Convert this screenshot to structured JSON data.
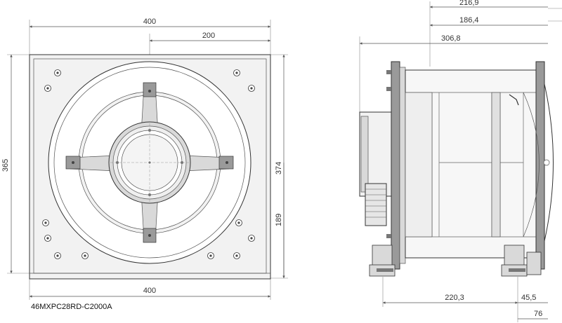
{
  "caption": "46MXPC28RD-C2000A",
  "front_view": {
    "dim_top_width": "400",
    "dim_center_offset": "200",
    "dim_left_height": "365",
    "dim_right_height": "374",
    "dim_right_lower": "189",
    "dim_bottom_width": "400"
  },
  "side_view": {
    "dim_top_1": "216,9",
    "dim_top_2": "186,4",
    "dim_top_3": "306,8",
    "dim_bottom_1": "220,3",
    "dim_bottom_2": "45,5",
    "dim_bottom_3": "76"
  },
  "colors": {
    "line": "#555555",
    "fill_light": "#f2f2f2",
    "fill_mid": "#d9d9d9",
    "fill_dark": "#9a9a9a"
  }
}
